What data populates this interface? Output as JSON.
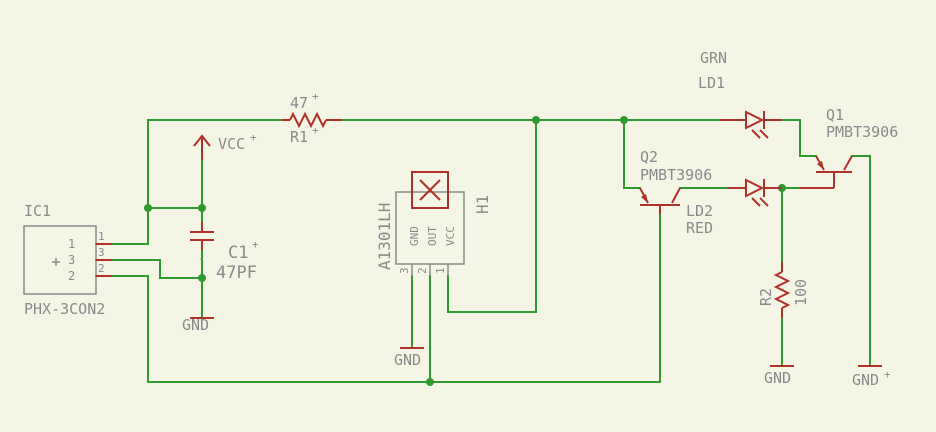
{
  "connector": {
    "name": "IC1",
    "value": "PHX-3CON2",
    "pin1": "1",
    "pin2": "2",
    "pin3": "3",
    "pin1_num": "1",
    "pin2_num": "2",
    "pin3_num": "3"
  },
  "r1": {
    "name": "R1",
    "value": "47"
  },
  "vcc_label": "VCC",
  "c1": {
    "name": "C1",
    "value": "47PF"
  },
  "gnd_labels": [
    "GND",
    "GND",
    "GND",
    "GND"
  ],
  "hall_sensor": {
    "name": "H1",
    "value": "A1301LH",
    "pin_gnd": "GND",
    "pin_out": "OUT",
    "pin_vcc": "VCC",
    "pin3_num": "3",
    "pin2_num": "2",
    "pin1_num": "1"
  },
  "q1": {
    "name": "Q1",
    "value": "PMBT3906"
  },
  "q2": {
    "name": "Q2",
    "value": "PMBT3906"
  },
  "ld1": {
    "name": "LD1",
    "color": "GRN"
  },
  "ld2": {
    "name": "LD2",
    "color": "RED"
  },
  "r2": {
    "name": "R2",
    "value": "100"
  },
  "colors": {
    "background": "#f5f5e6",
    "wire": "#2f9a2f",
    "part": "#b0302a",
    "label": "#8a8a8a"
  }
}
